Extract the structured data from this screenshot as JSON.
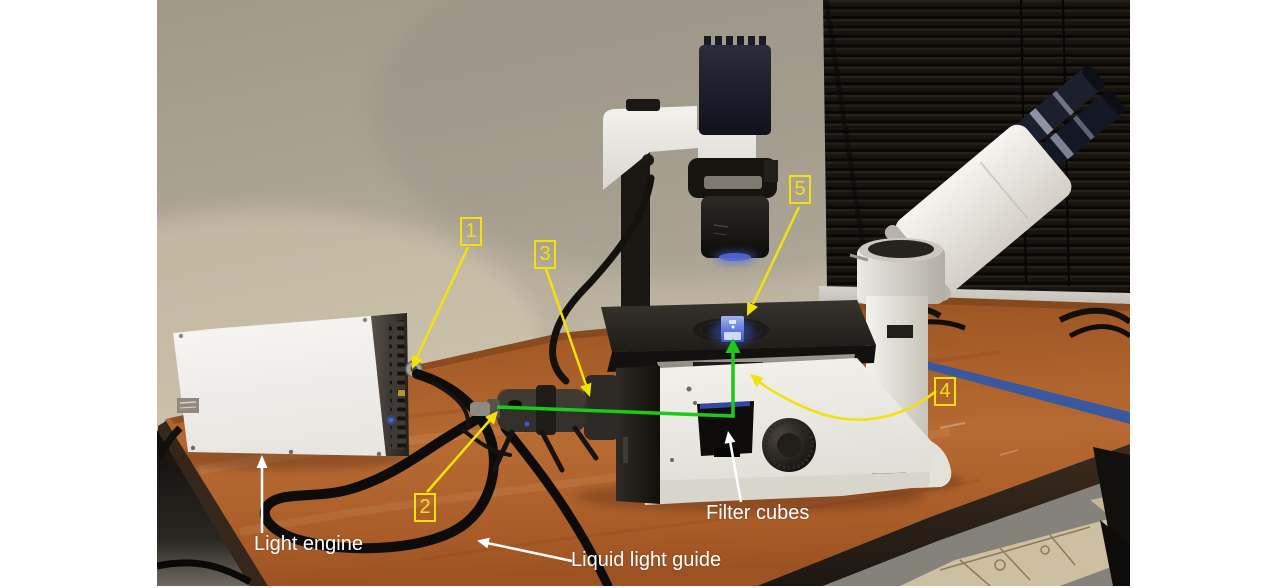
{
  "annotations": {
    "callouts": [
      {
        "number": "1"
      },
      {
        "number": "2"
      },
      {
        "number": "3"
      },
      {
        "number": "4"
      },
      {
        "number": "5"
      }
    ],
    "labels": {
      "light_engine": "Light engine",
      "liquid_light_guide": "Liquid light guide",
      "filter_cubes": "Filter cubes"
    },
    "colors": {
      "callout": "#f2e20c",
      "label_text": "#ffffff",
      "beam": "#1dc819",
      "tape": "#2f57a8"
    }
  }
}
